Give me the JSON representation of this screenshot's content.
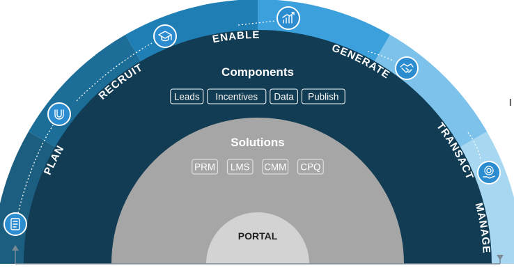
{
  "segments": [
    {
      "label": "PLAN",
      "color": "#1b5e80"
    },
    {
      "label": "RECRUIT",
      "color": "#1c6e99"
    },
    {
      "label": "ENABLE",
      "color": "#1f7fb4"
    },
    {
      "label": "GENERATE",
      "color": "#3ba0db"
    },
    {
      "label": "TRANSACT",
      "color": "#7cc2ea"
    },
    {
      "label": "MANAGE",
      "color": "#a8d7f1"
    }
  ],
  "components": {
    "title": "Components",
    "items": [
      "Leads",
      "Incentives",
      "Data",
      "Publish"
    ],
    "color": "#123c53"
  },
  "solutions": {
    "title": "Solutions",
    "items": [
      "PRM",
      "LMS",
      "CMM",
      "CPQ"
    ],
    "color": "#a6a6a6"
  },
  "core": {
    "label": "PORTAL",
    "color": "#d3d3d3"
  },
  "icons": [
    "notebook-icon",
    "magnet-icon",
    "graduation-cap-icon",
    "growth-chart-icon",
    "handshake-icon",
    "gear-hand-icon"
  ],
  "side_mark": "I"
}
